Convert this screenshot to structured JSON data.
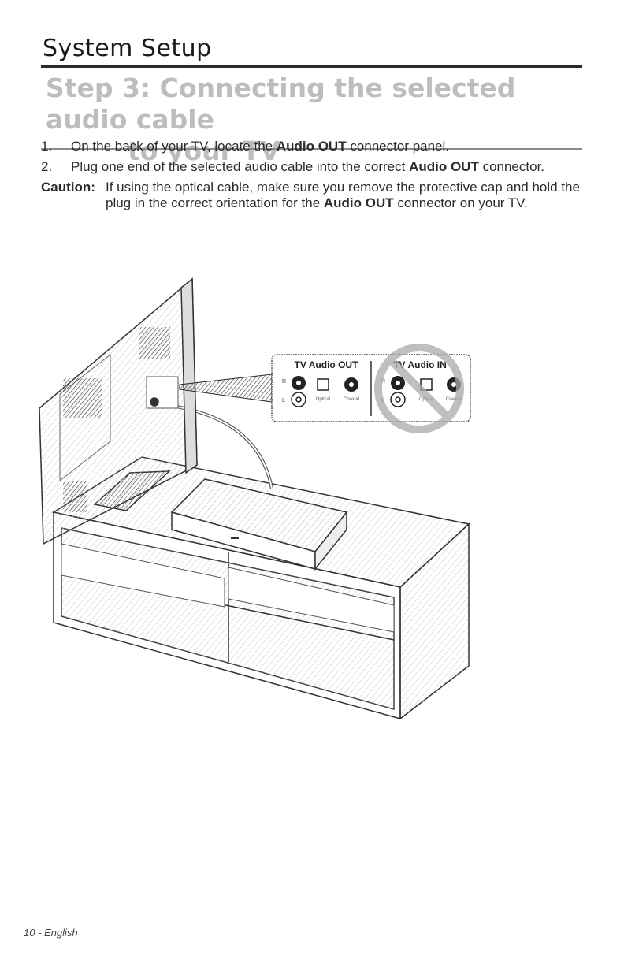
{
  "header": {
    "section_title": "System Setup",
    "step_title_line1": "Step 3: Connecting the selected audio cable",
    "step_title_line2": "to your TV"
  },
  "steps": [
    {
      "num": "1.",
      "pre": "On the back of your TV, locate the ",
      "bold": "Audio OUT",
      "post": " connector panel."
    },
    {
      "num": "2.",
      "pre": "Plug one end of the selected audio cable into the correct ",
      "bold": "Audio OUT",
      "post": " connector."
    }
  ],
  "caution": {
    "label": "Caution:",
    "pre": "If using the optical cable, make sure you remove the protective cap and hold the plug in the correct orientation for the ",
    "bold": "Audio OUT",
    "post": " connector on your TV."
  },
  "callout": {
    "left_title": "TV Audio OUT",
    "right_title": "TV Audio IN",
    "r": "R",
    "l": "L",
    "optical": "Optical",
    "coaxial": "Coaxial"
  },
  "footer": {
    "page": "10 - English"
  }
}
